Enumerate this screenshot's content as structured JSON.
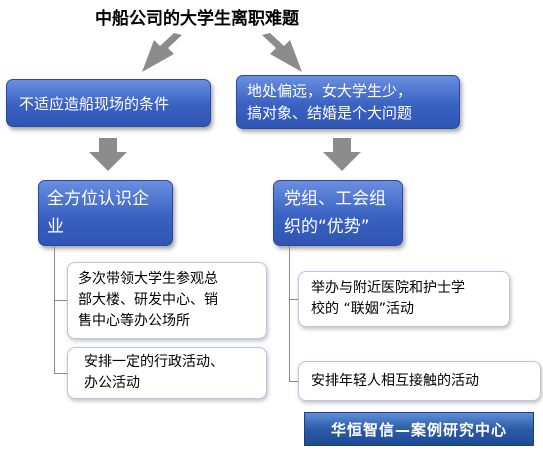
{
  "title": "中船公司的大学生离职难题",
  "conditions": [
    {
      "text": "不适应造船现场的条件"
    },
    {
      "line1": "地处偏远，女大学生少，",
      "line2": "搞对象、结婚是个大问题"
    }
  ],
  "actions": [
    {
      "line1": "全方位认识企",
      "line2": "业"
    },
    {
      "line1": "党组、工会组",
      "line2": "织的“优势”"
    }
  ],
  "details": [
    {
      "line1": "多次带领大学生参观总",
      "line2": "部大楼、研发中心、销",
      "line3": "售中心等办公场所"
    },
    {
      "line1": "安排一定的行政活动、",
      "line2": "办公活动"
    },
    {
      "line1": "举办与附近医院和护士学",
      "line2": "校的 “联姻”活动"
    },
    {
      "text": "安排年轻人相互接触的活动"
    }
  ],
  "logo": "华恒智信—案例研究中心",
  "colors": {
    "box_blue": "#3a62c2",
    "arrow_gray": "#8c8c8c",
    "detail_border": "#b8c6e2"
  }
}
